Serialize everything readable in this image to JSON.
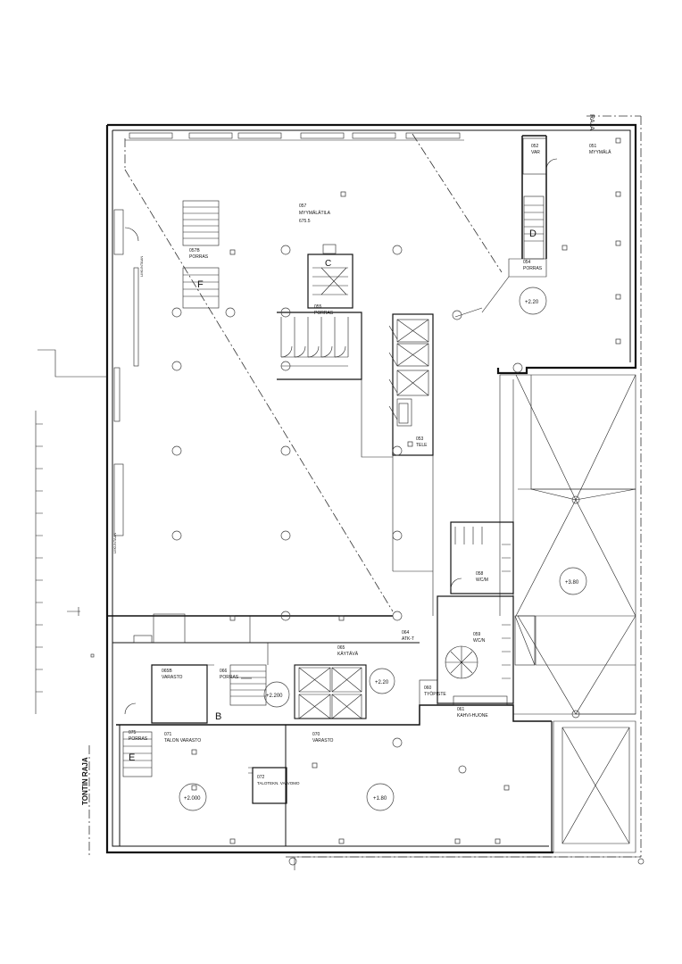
{
  "plot_border_top_label": "RAJA",
  "plot_border_left_label": "TONTIN RAJA",
  "stair_letters": {
    "c": "C",
    "d": "D",
    "f": "F",
    "b": "B",
    "e": "E"
  },
  "rooms": {
    "r057": {
      "number": "057",
      "name": "MYYMÄLÄTILA",
      "extra": "675.5"
    },
    "r057b": {
      "number": "057B",
      "name": "PORRAS"
    },
    "r055": {
      "number": "055",
      "name": "PORRAS"
    },
    "r052": {
      "number": "052",
      "name": "VAR"
    },
    "r051": {
      "number": "051",
      "name": "MYYMÄLÄ"
    },
    "r054": {
      "number": "054",
      "name": "PORRAS"
    },
    "r053": {
      "number": "053",
      "name": "TELE"
    },
    "r058": {
      "number": "058",
      "name": "WC/M"
    },
    "r059": {
      "number": "059",
      "name": "WC/N"
    },
    "r064": {
      "number": "064",
      "name": "ATK-T"
    },
    "r065": {
      "number": "065",
      "name": "KÄYTÄVÄ"
    },
    "r065b": {
      "number": "065B",
      "name": "VARASTO"
    },
    "r066": {
      "number": "066",
      "name": "PORRAS"
    },
    "r060": {
      "number": "060",
      "name": "TYÖPISTE"
    },
    "r061": {
      "number": "061",
      "name": "KAHVI-HUONE"
    },
    "r075": {
      "number": "075",
      "name": "PORRAS"
    },
    "r071": {
      "number": "071",
      "name": "TALON VARASTO"
    },
    "r070": {
      "number": "070",
      "name": "VARASTO"
    },
    "r072": {
      "number": "072",
      "name": "TALOTEKN. VALVOMO"
    }
  },
  "levels": {
    "lv1": "+2.20",
    "lv2": "+3.80",
    "lv3": "+2.20",
    "lv4": "+2.200",
    "lv5": "+2.000",
    "lv6": "+1.80"
  }
}
